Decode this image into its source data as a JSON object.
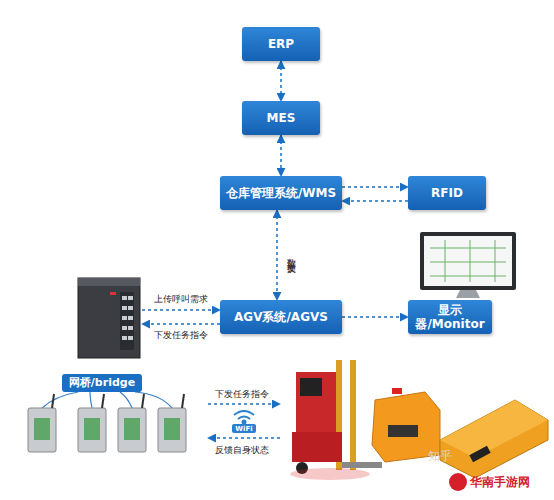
{
  "diagram": {
    "nodes": [
      {
        "text": [
          "ERP"
        ]
      },
      {
        "text": [
          "MES"
        ]
      },
      {
        "text": [
          "仓库管理系统/WMS"
        ]
      },
      {
        "text": [
          "RFID"
        ]
      },
      {
        "text": [
          "AGV系统/AGVS"
        ]
      },
      {
        "text": [
          "显示器/Monitor"
        ]
      },
      {
        "text": [
          "网桥/bridge"
        ]
      }
    ],
    "edges": [
      {
        "from": 0,
        "to": 1,
        "arrow": "both"
      },
      {
        "from": 1,
        "to": 2,
        "arrow": "both"
      },
      {
        "from": 2,
        "to": 3,
        "arrow": "to"
      },
      {
        "from": 3,
        "to": 2,
        "arrow": "to"
      },
      {
        "from": 2,
        "to": 4,
        "label": "数据交换",
        "arrow": "both"
      },
      {
        "from": 4,
        "to": 5,
        "arrow": "to"
      },
      {
        "from": 6,
        "to": 4,
        "label": "上传呼叫需求",
        "arrow": "to"
      },
      {
        "from": 4,
        "to": 6,
        "label": "下发任务指令",
        "arrow": "to"
      }
    ],
    "labels": [
      "下发任务指令",
      "WiFi",
      "反馈自身状态",
      "知乎",
      "华南手游网"
    ]
  }
}
